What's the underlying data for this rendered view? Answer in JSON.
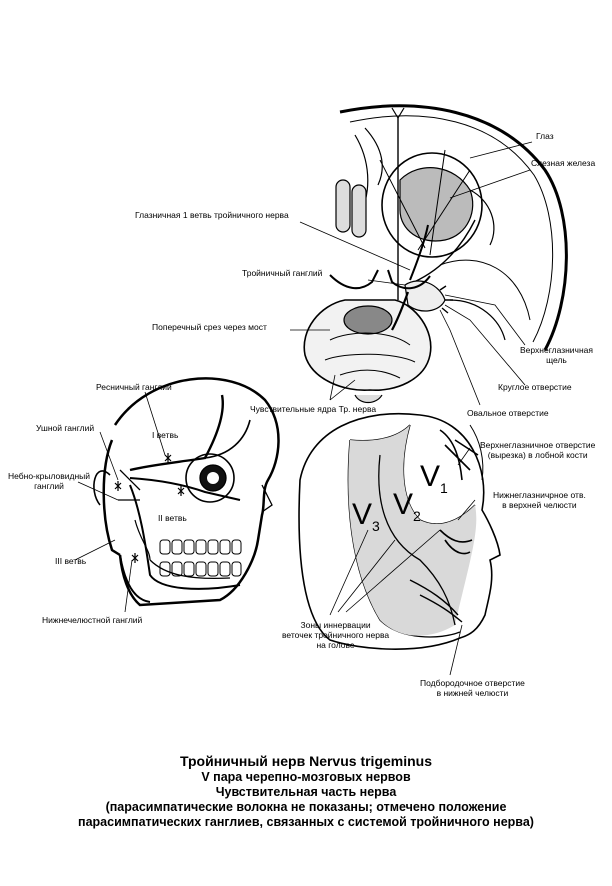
{
  "labels": {
    "eye": "Глаз",
    "lacrimal_gland": "Слезная железа",
    "ophthalmic_branch": "Глазничная 1 ветвь тройничного нерва",
    "trigeminal_ganglion": "Тройничный ганглий",
    "pons_section": "Поперечный срез через мост",
    "superior_orbital_fissure": "Верхнеглазничная\nщель",
    "round_foramen": "Круглое отверстие",
    "oval_foramen": "Овальное отверстие",
    "sensory_nuclei": "Чувствительные ядра Тр. нерва",
    "ciliary_ganglion": "Ресничный ганглий",
    "otic_ganglion": "Ушной ганглий",
    "branch_1": "I ветвь",
    "pterygopalatine_ganglion": "Небно-крыловидный\nганглий",
    "branch_2": "II ветвь",
    "branch_3": "III ветвь",
    "submandibular_ganglion": "Нижнечелюстной ганглий",
    "supraorbital_notch": "Верхнеглазничное отверстие\n(вырезка) в лобной кости",
    "infraorbital_foramen": "Нижнеглазничрное отв.\nв верхней челюсти",
    "innervation_zones": "Зоны иннервации\nветочек тройничного нерва\nна голове",
    "mental_foramen": "Подбородочное отверстие\nв нижней челюсти"
  },
  "zones": {
    "v_letter": "V",
    "v1_sub": "1",
    "v2_sub": "2",
    "v3_sub": "3"
  },
  "caption": {
    "title": "Тройничный нерв Nervus trigeminus",
    "line2": "V пара черепно-мозговых нервов",
    "line3": "Чувствительная часть нерва",
    "line4": "(парасимпатические волокна не показаны; отмечено положение",
    "line5": "парасимпатических ганглиев, связанных с системой тройничного нерва)"
  }
}
